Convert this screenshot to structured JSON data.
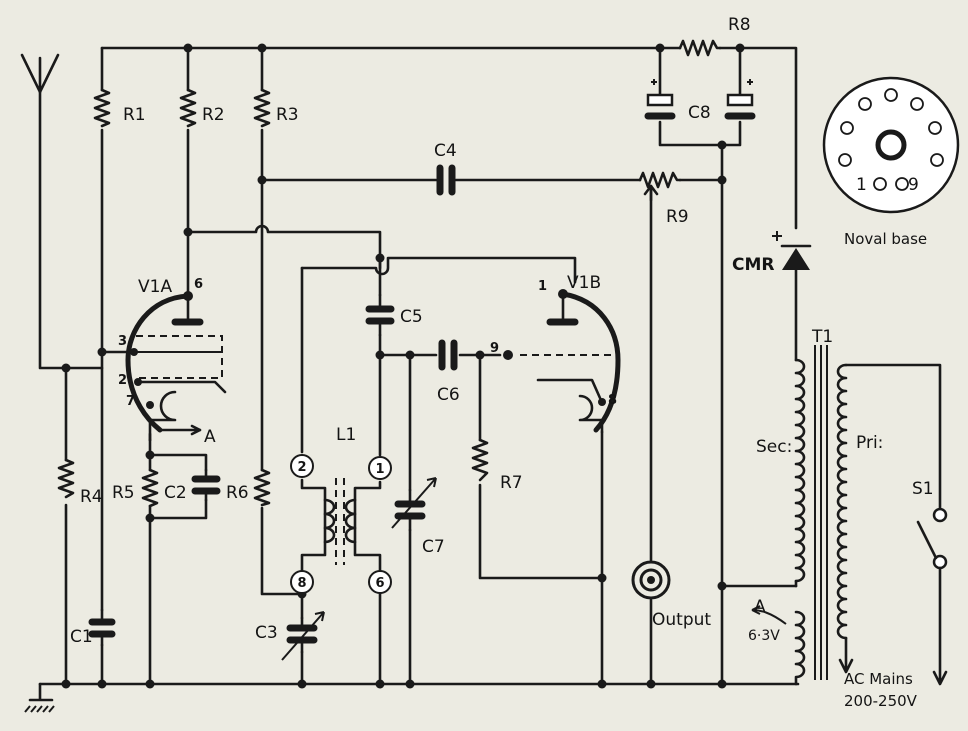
{
  "labels": {
    "r1": "R1",
    "r2": "R2",
    "r3": "R3",
    "r4": "R4",
    "r5": "R5",
    "r6": "R6",
    "r7": "R7",
    "r8": "R8",
    "r9": "R9",
    "c1": "C1",
    "c2": "C2",
    "c3": "C3",
    "c4": "C4",
    "c5": "C5",
    "c6": "C6",
    "c7": "C7",
    "c8": "C8",
    "v1a": "V1A",
    "v1b": "V1B",
    "l1": "L1",
    "t1": "T1",
    "s1": "S1",
    "cmr": "CMR",
    "a": "A",
    "output": "Output",
    "sec": "Sec:",
    "pri": "Pri:",
    "heater_a": "A",
    "heater_v": "6·3V",
    "noval_base": "Noval base",
    "noval_1": "1",
    "noval_9": "9",
    "mains": "AC Mains",
    "mains_range": "200-250V"
  },
  "pins": {
    "v1a_plate": "6",
    "v1a_grid": "3",
    "v1a_heater": "2",
    "v1a_cathode": "7",
    "v1b_plate": "1",
    "v1b_grid": "9",
    "v1b_cathode": "8",
    "l1_tl": "2",
    "l1_tr": "1",
    "l1_bl": "8",
    "l1_br": "6"
  }
}
